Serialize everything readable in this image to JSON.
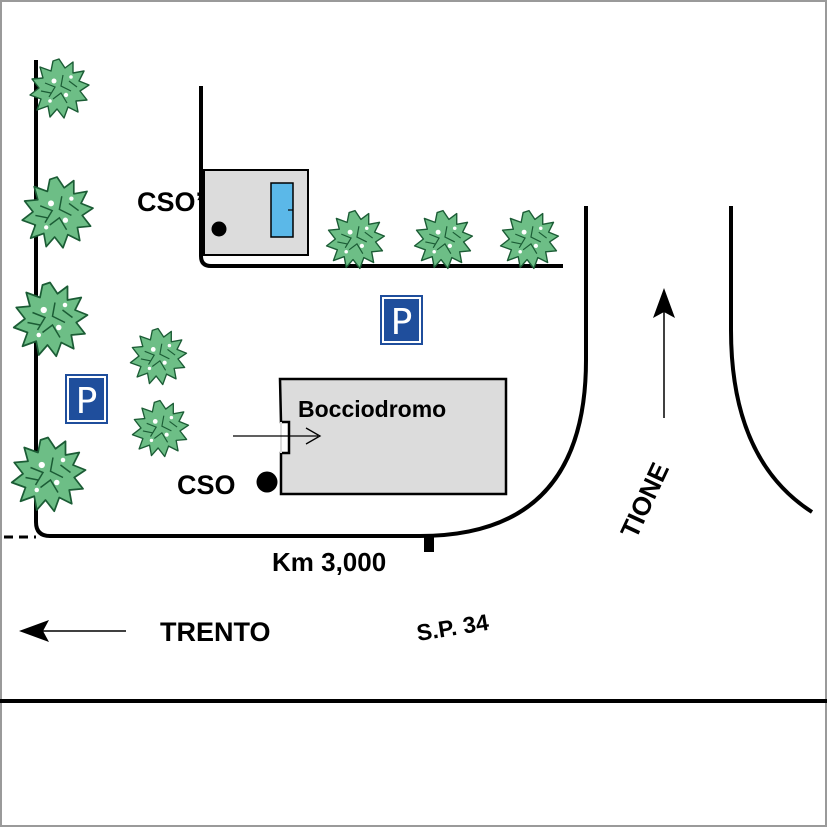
{
  "labels": {
    "building_main": "Bocciodromo",
    "cso_main": "CSO",
    "cso_secondary": "CSO’",
    "km_marker": "Km 3,000",
    "road_name": "S.P. 34",
    "direction_west": "TRENTO",
    "direction_north": "TIONE"
  },
  "parking": {
    "letter": "P",
    "color": "#1f4e9c"
  },
  "colors": {
    "building_fill": "#dcdcdc",
    "tree_fill": "#6dbe86",
    "tree_stroke": "#1b5c35",
    "door_fill": "#5bb8e8",
    "line": "#000000"
  },
  "icons": {
    "tree": "tree-icon",
    "parking": "parking-icon",
    "arrow": "arrow-icon",
    "cso_point": "dot-icon"
  }
}
